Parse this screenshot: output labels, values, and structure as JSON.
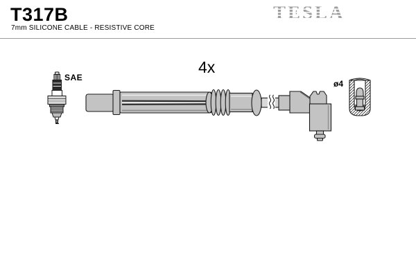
{
  "header": {
    "part_number": "T317B",
    "subtitle": "7mm SILICONE CABLE - RESISTIVE CORE",
    "brand": "TESLA"
  },
  "diagram": {
    "quantity_label": "4x",
    "connector_standard_label": "SAE",
    "terminal_diameter_label": "ø4"
  },
  "colors": {
    "part_fill": "#c3c3c3",
    "part_fill_light": "#d9d9d9",
    "outline": "#1a1a1a",
    "brand_gray": "#9e9e9e",
    "divider": "#9b9b9b",
    "background": "#ffffff"
  }
}
